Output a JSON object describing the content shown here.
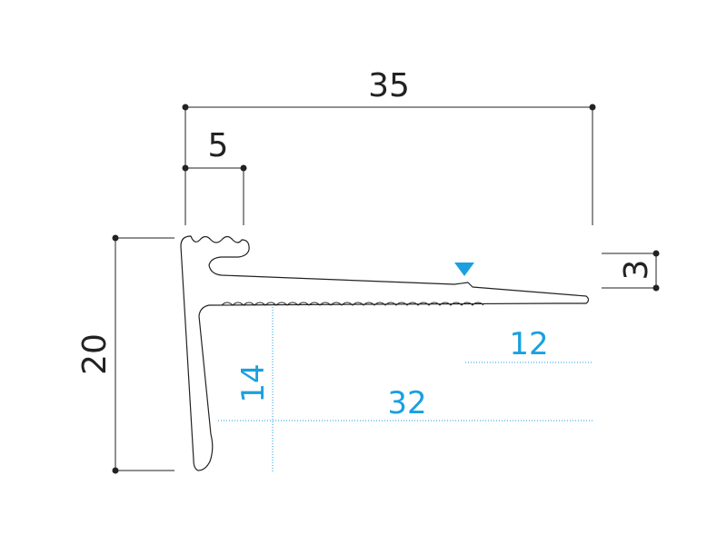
{
  "colors": {
    "line": "#222222",
    "accent": "#1aa0e0"
  },
  "dimensions": {
    "overall_width": "35",
    "lip_width": "5",
    "overall_height": "20",
    "step_height": "3"
  },
  "annotations": {
    "depth_a": "12",
    "depth_b": "32",
    "depth_c": "14"
  },
  "icons": {
    "marker": "triangle-down-icon"
  }
}
